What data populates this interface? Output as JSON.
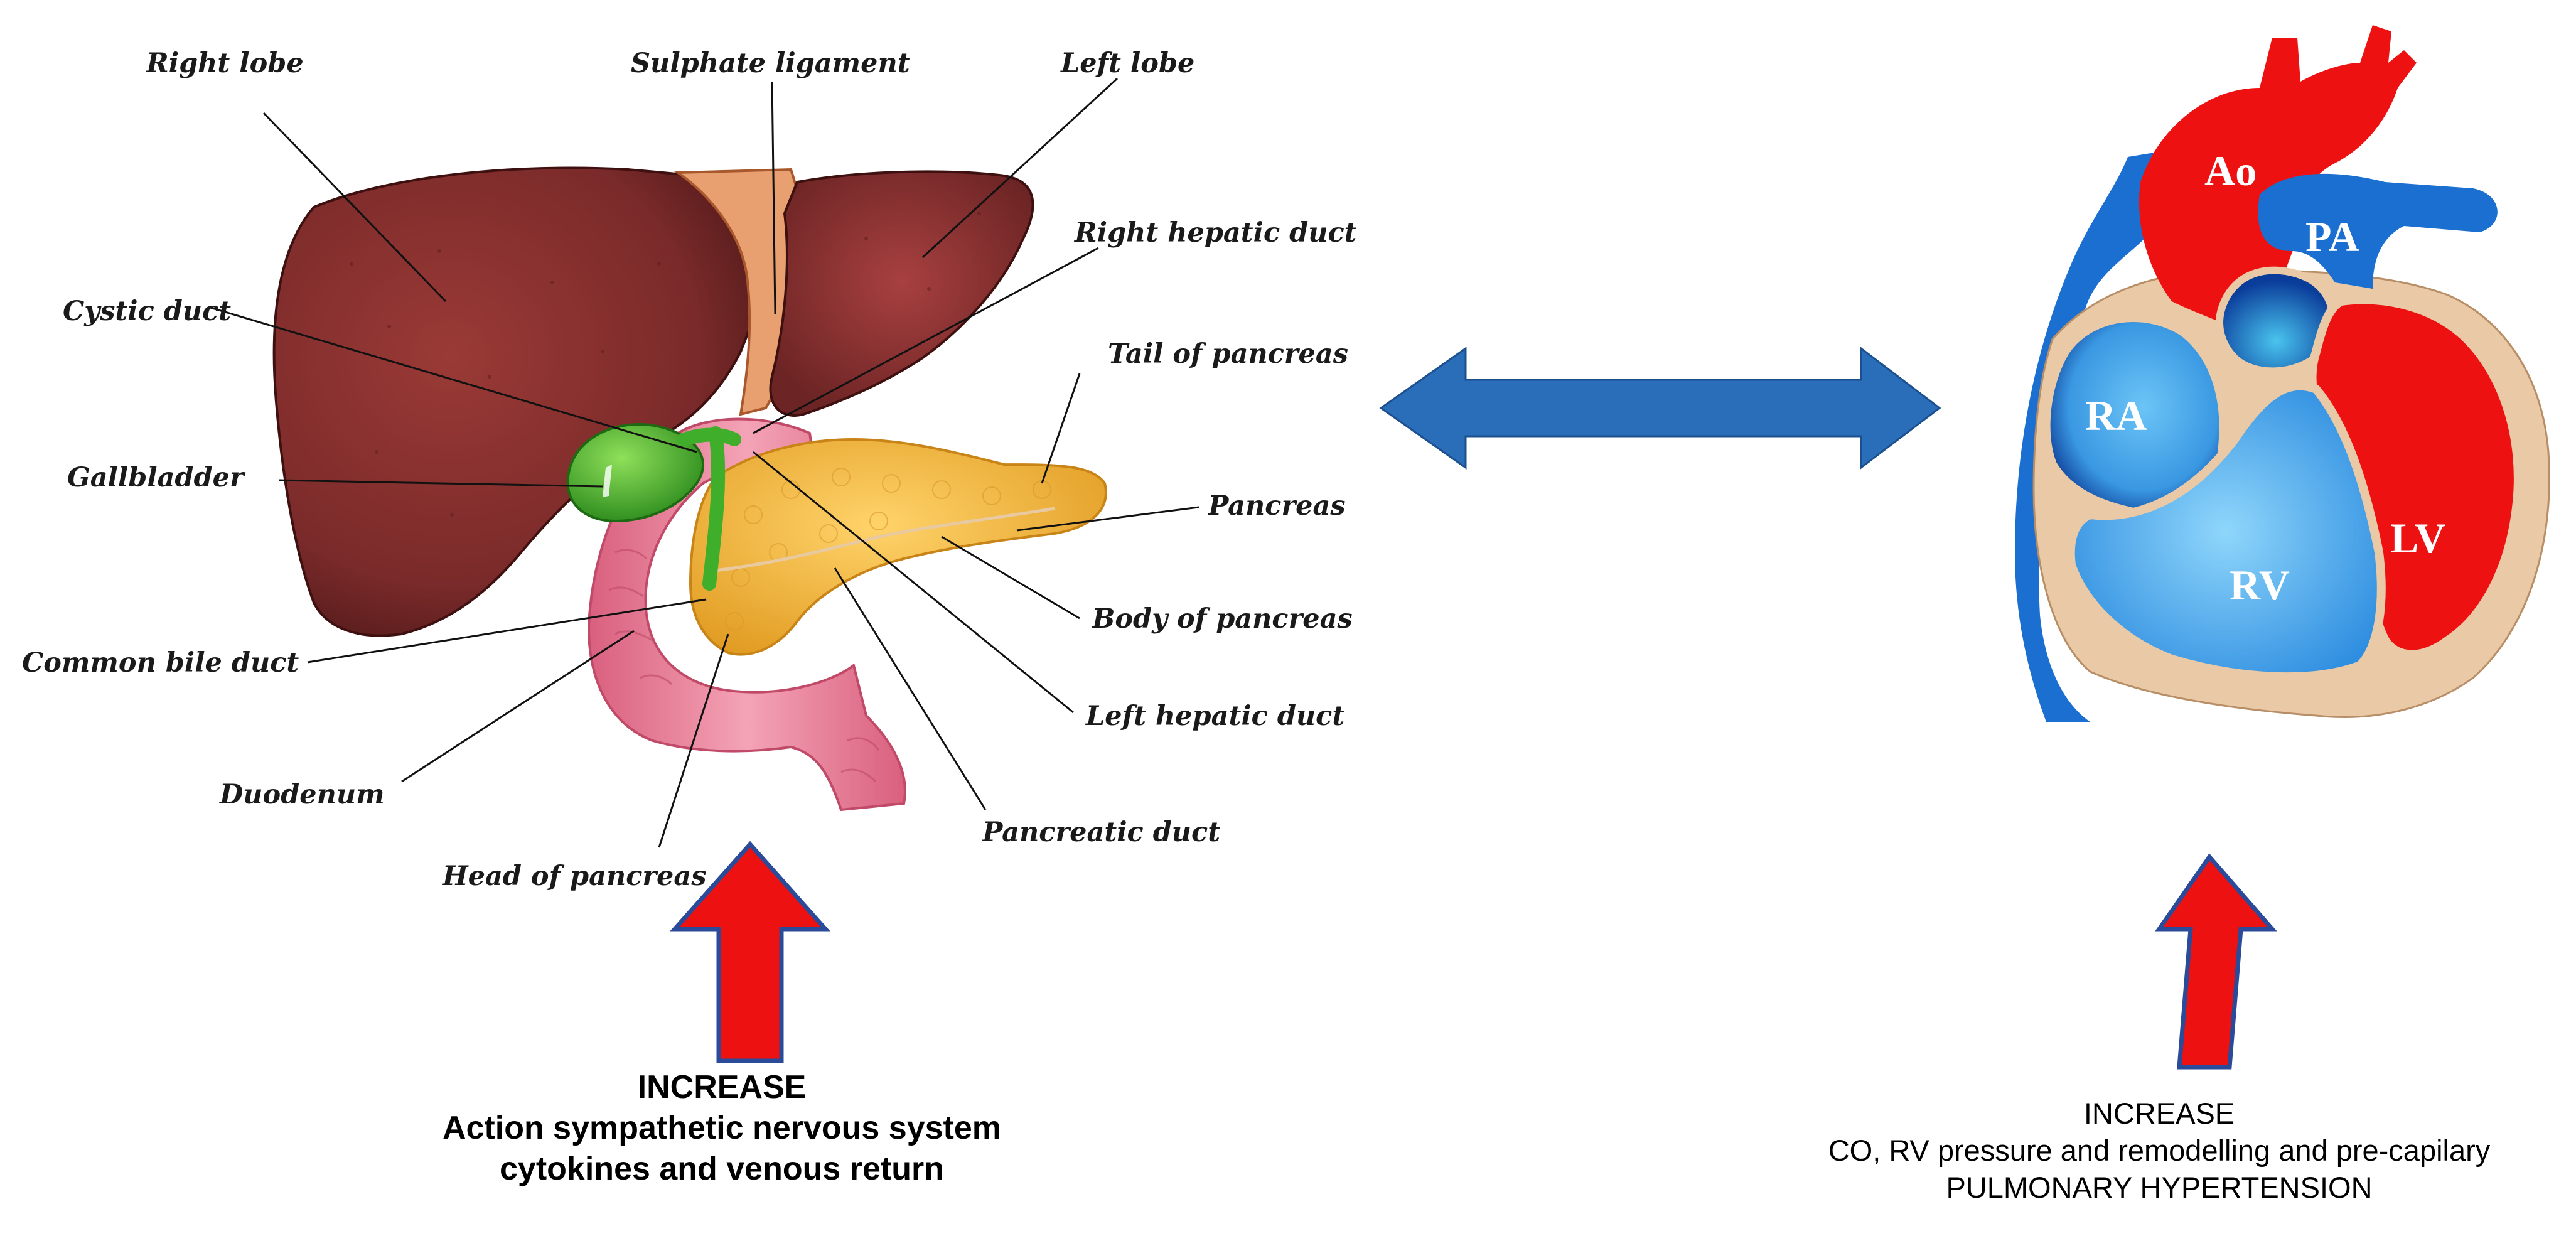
{
  "liver_labels": {
    "right_lobe": "Right lobe",
    "sulphate_ligament": "Sulphate ligament",
    "left_lobe": "Left lobe",
    "right_hepatic_duct": "Right hepatic duct",
    "cystic_duct": "Cystic duct",
    "tail_of_pancreas": "Tail of  pancreas",
    "gallbladder": "Gallbladder",
    "pancreas": "Pancreas",
    "body_of_pancreas": "Body of  pancreas",
    "common_bile_duct": "Common bile duct",
    "left_hepatic_duct": "Left hepatic duct",
    "duodenum": "Duodenum",
    "pancreatic_duct": "Pancreatic duct",
    "head_of_pancreas": "Head of pancreas"
  },
  "heart_labels": {
    "ao": "Ao",
    "pa": "PA",
    "ra": "RA",
    "rv": "RV",
    "lv": "LV"
  },
  "left_caption": {
    "line1": "INCREASE",
    "line2": "Action sympathetic nervous system",
    "line3": "cytokines and venous return"
  },
  "right_caption": {
    "line1": "INCREASE",
    "line2": "CO, RV pressure  and  remodelling  and pre-capilary",
    "line3": "PULMONARY HYPERTENSION"
  },
  "colors": {
    "liver": "#7a2a2a",
    "gallbladder": "#3fae2a",
    "pancreas": "#f2b63a",
    "duodenum": "#e88aa0",
    "heart_red": "#ee1111",
    "heart_blue": "#1a6fd0",
    "heart_light_blue": "#3fa6f0",
    "heart_wall": "#e9c9a6",
    "double_arrow": "#2a6db8",
    "increase_arrow": "#ee1111"
  }
}
